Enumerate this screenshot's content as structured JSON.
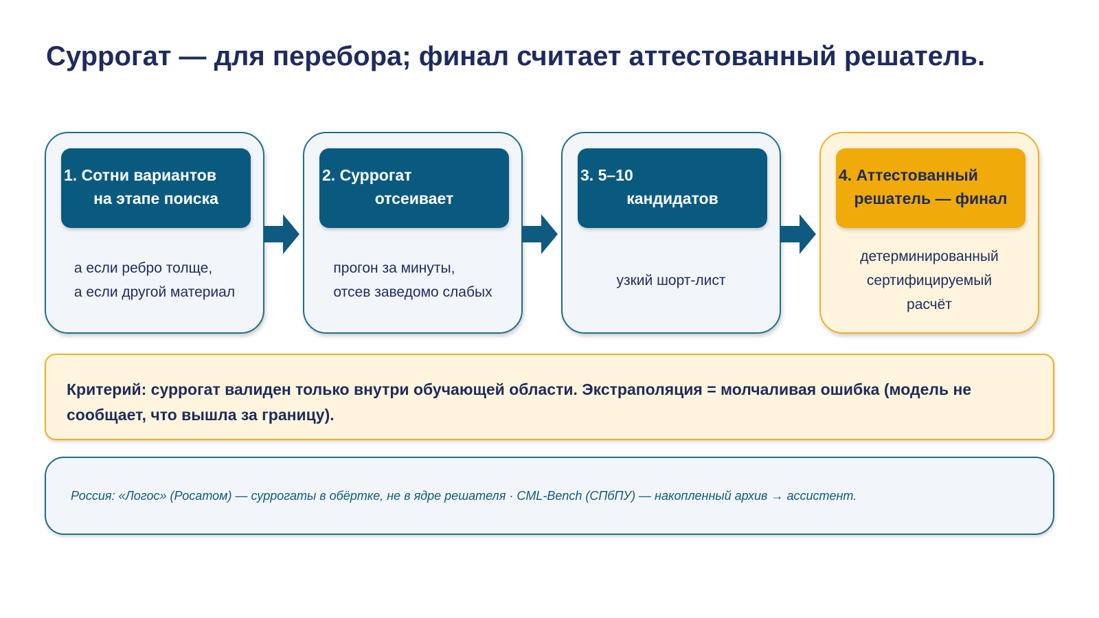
{
  "title": "Суррогат — для перебора; финал считает аттестованный решатель.",
  "steps": [
    {
      "header_line1": "1. Сотни вариантов",
      "header_line2": "на этапе поиска",
      "body_lines": [
        "а если ребро толще,",
        "а если другой материал"
      ]
    },
    {
      "header_line1": "2. Суррогат",
      "header_line2": "отсеивает",
      "body_lines": [
        "прогон за минуты,",
        "отсев заведомо слабых"
      ]
    },
    {
      "header_line1": "3. 5–10",
      "header_line2": "кандидатов",
      "body_lines": [
        "узкий шорт-лист"
      ]
    },
    {
      "header_line1": "4. Аттестованный",
      "header_line2": "решатель — финал",
      "body_lines": [
        "детерминированный",
        "сертифицируемый",
        "расчёт"
      ]
    }
  ],
  "arrow_icon": "right-arrow-icon",
  "criterion": "Критерий: суррогат валиден только внутри обучающей области. Экстраполяция = молчаливая ошибка (модель не сообщает, что вышла за границу).",
  "note": "Россия: «Логос» (Росатом) — суррогаты в обёртке, не в ядре решателя · CML-Bench (СПбПУ) — накопленный архив → ассистент.",
  "colors": {
    "title": "#1e2b5c",
    "step_header": "#0a5a80",
    "final_header": "#f0aa0a",
    "card_border": "#1e6d8c",
    "final_border": "#f0b020",
    "card_fill": "#f2f6fa",
    "final_fill": "#fff5de",
    "note_text": "#0f5a78"
  }
}
